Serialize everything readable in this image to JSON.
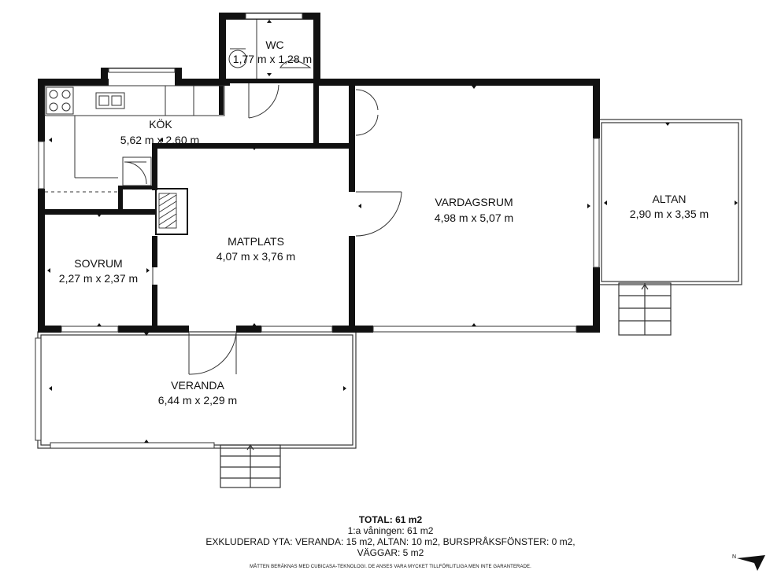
{
  "rooms": {
    "wc": {
      "name": "WC",
      "size": "1,77 m x 1,28 m"
    },
    "kok": {
      "name": "KÖK",
      "size": "5,62 m x 2,60 m"
    },
    "vardagsrum": {
      "name": "VARDAGSRUM",
      "size": "4,98 m x 5,07 m"
    },
    "altan": {
      "name": "ALTAN",
      "size": "2,90 m x 3,35 m"
    },
    "matplats": {
      "name": "MATPLATS",
      "size": "4,07 m x 3,76 m"
    },
    "sovrum": {
      "name": "SOVRUM",
      "size": "2,27 m x 2,37 m"
    },
    "veranda": {
      "name": "VERANDA",
      "size": "6,44 m x 2,29 m"
    }
  },
  "summary": {
    "total": "TOTAL: 61 m2",
    "floor": "1:a våningen: 61 m2",
    "excluded": "EXKLUDERAD YTA: VERANDA: 15 m2, ALTAN: 10 m2, BURSPRÅKSFÖNSTER: 0 m2,",
    "walls": "VÄGGAR: 5 m2",
    "disclaimer": "MÅTTEN BERÄKNAS MED CUBICASA-TEKNOLOGI. DE ANSES VARA MYCKET TILLFÖRLITLIGA MEN INTE GARANTERADE."
  },
  "compass": {
    "label": "N",
    "icon": "north-arrow-icon"
  }
}
